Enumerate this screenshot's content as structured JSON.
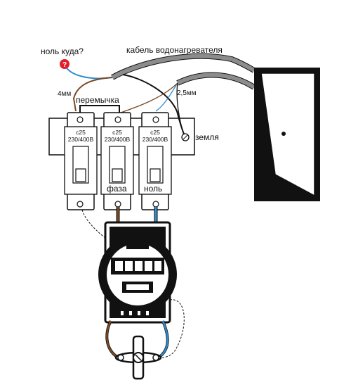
{
  "labels": {
    "neutral_question": "ноль куда?",
    "heater_cable": "кабель водонагревателя",
    "wire_4mm": "4мм",
    "jumper": "перемычка",
    "wire_2_5mm": "2,5мм",
    "ground": "земля",
    "phase": "фаза",
    "neutral": "ноль"
  },
  "breakers": [
    {
      "rating": "c25",
      "voltage": "230/400В"
    },
    {
      "rating": "c25",
      "voltage": "230/400В"
    },
    {
      "rating": "c25",
      "voltage": "230/400В"
    }
  ],
  "question_mark": "?",
  "colors": {
    "brown_wire": "#7a4a25",
    "blue_wire": "#2f8ccf",
    "cable_gray": "#8c8c8c",
    "question_red": "#e11d2b",
    "outline": "#111111"
  }
}
